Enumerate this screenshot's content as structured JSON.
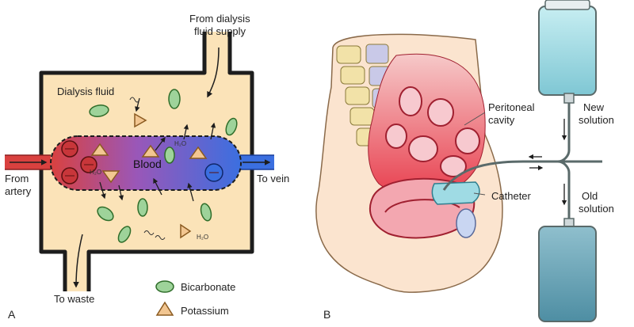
{
  "panel_a": {
    "letter": "A",
    "labels": {
      "supply_line1": "From dialysis",
      "supply_line2": "fluid supply",
      "dialysis_fluid": "Dialysis fluid",
      "blood": "Blood",
      "from_line1": "From",
      "from_line2": "artery",
      "to_vein": "To vein",
      "to_waste": "To waste",
      "water": "H₂O"
    },
    "legend": {
      "bicarbonate": "Bicarbonate",
      "potassium": "Potassium"
    },
    "colors": {
      "fluid": "#fbe3b8",
      "wall": "#1d1d1d",
      "blood_start": "#d9413f",
      "blood_end": "#3b6fe0",
      "bicarbonate": "#9ed39a",
      "potassium": "#f2c691"
    }
  },
  "panel_b": {
    "letter": "B",
    "labels": {
      "peritoneal_line1": "Peritoneal",
      "peritoneal_line2": "cavity",
      "new_line1": "New",
      "new_line2": "solution",
      "catheter": "Catheter",
      "old_line1": "Old",
      "old_line2": "solution"
    },
    "colors": {
      "skin": "#fbe4cf",
      "cavity": "#e8404f",
      "new_solution": "#9fdbe4",
      "old_solution": "#6aa8bb"
    }
  }
}
